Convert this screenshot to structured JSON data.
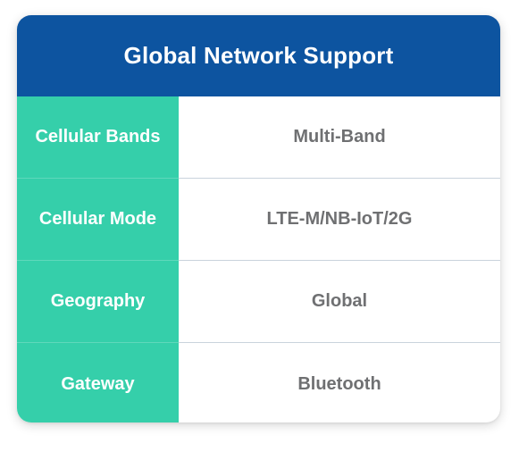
{
  "colors": {
    "header_bg": "#0d54a0",
    "label_bg": "#35cfaa",
    "value_text": "#6f7072"
  },
  "header": {
    "title": "Global Network Support"
  },
  "rows": [
    {
      "label": "Cellular Bands",
      "value": "Multi-Band"
    },
    {
      "label": "Cellular Mode",
      "value": "LTE-M/NB-IoT/2G"
    },
    {
      "label": "Geography",
      "value": "Global"
    },
    {
      "label": "Gateway",
      "value": "Bluetooth"
    }
  ]
}
